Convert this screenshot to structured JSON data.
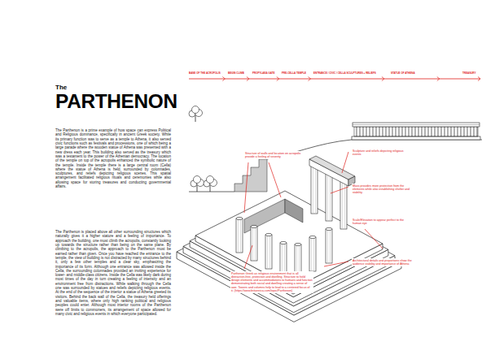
{
  "diagram": {
    "title": "PARTHENON",
    "labels": [
      "The",
      "The Parthenon is a prime example of how space can express Political and Religious dominance, specifically in ancient Greek society. While its primary function was to serve as a temple to Athena, it also served civic functions such as festivals and processions, one of which being a large parade where the wooden statue of Athena was presented with a new dress each year. This building also served as the treasury which was a testament to the power of the Athenian democracy. The location of the temple on top of the acropolis enhanced the symbolic nature of the temple. Inside the temple there is a large central room (Cella) where the statue of Athena is held, surrounded by colonnades, sculptures, and reliefs depicting religious scenes. This spatial arrangement facilitated religious rituals and ceremonies while also allowing space for storing treasures and conducting governmental affairs.",
      "The Parthenon is placed above all other surrounding structures which naturally gives it a higher stature and a feeling of importance. To approach the building, one must climb the acropolis, constantly looking up towards the structure rather than being on the same plane. By climbing to the acropolis, the approach to the Parthenon must be earned rather than given. Once you have reached the entrance to the temple, the view of building is not distracted by many structures behind it, only a few other temples and a clear sky, emphasizing the importance of its form. Although one entrance was allowed inside the Cella, the surrounding colonnades provided an inviting experience for lower- and middle-class citizens. Inside the Cella was likely dark during most times of the day in turn creating a feeling of intensity and an environment free from distractions. While walking through the Cella one was surrounded by statues and reliefs depicting religious events. At the end of the sequence of the interior a statue of Athena greeted its visitors. Behind the back wall of the Cella, the treasury held offerings and valuable items, where only high ranking political and religious peoples could enter. Although most interior rooms of the Parthenon were off limits to commoners, its arrangement of space allowed for many civic and religious events in which everyone participated.",
      "BASE OF THE ACROPOLIS",
      "BEGIN CLIMB",
      "PROPYLAEA GATE",
      "PRE-CELLA TEMPLE",
      "ENTRANCE / CIVIC / CELLA SCULPTURES + RELIEFS",
      "STATUE OF ATHENA",
      "TREASURY",
      "Structure of walls and location on acropolis provide a feeling of severity",
      "Sculpture and reliefs depicting religious events",
      "Mass provides more protection from the elements while also establishing shelter and stability",
      "Scale/Elevation to appear perfect to the human eye",
      "Architectural details and proportions show the audience stability and importance of Athena",
      "Parthenon Greek as religious environment that is all distraction-free, protection and dwelling. Structure to hold design elements and accommodations to humans and function demonstrating both social and dwelling creating a sense of awe. Towers and columns help to lead to a centered focus of it. (https://www.britannica.com/topic/Parthenon)"
    ]
  }
}
